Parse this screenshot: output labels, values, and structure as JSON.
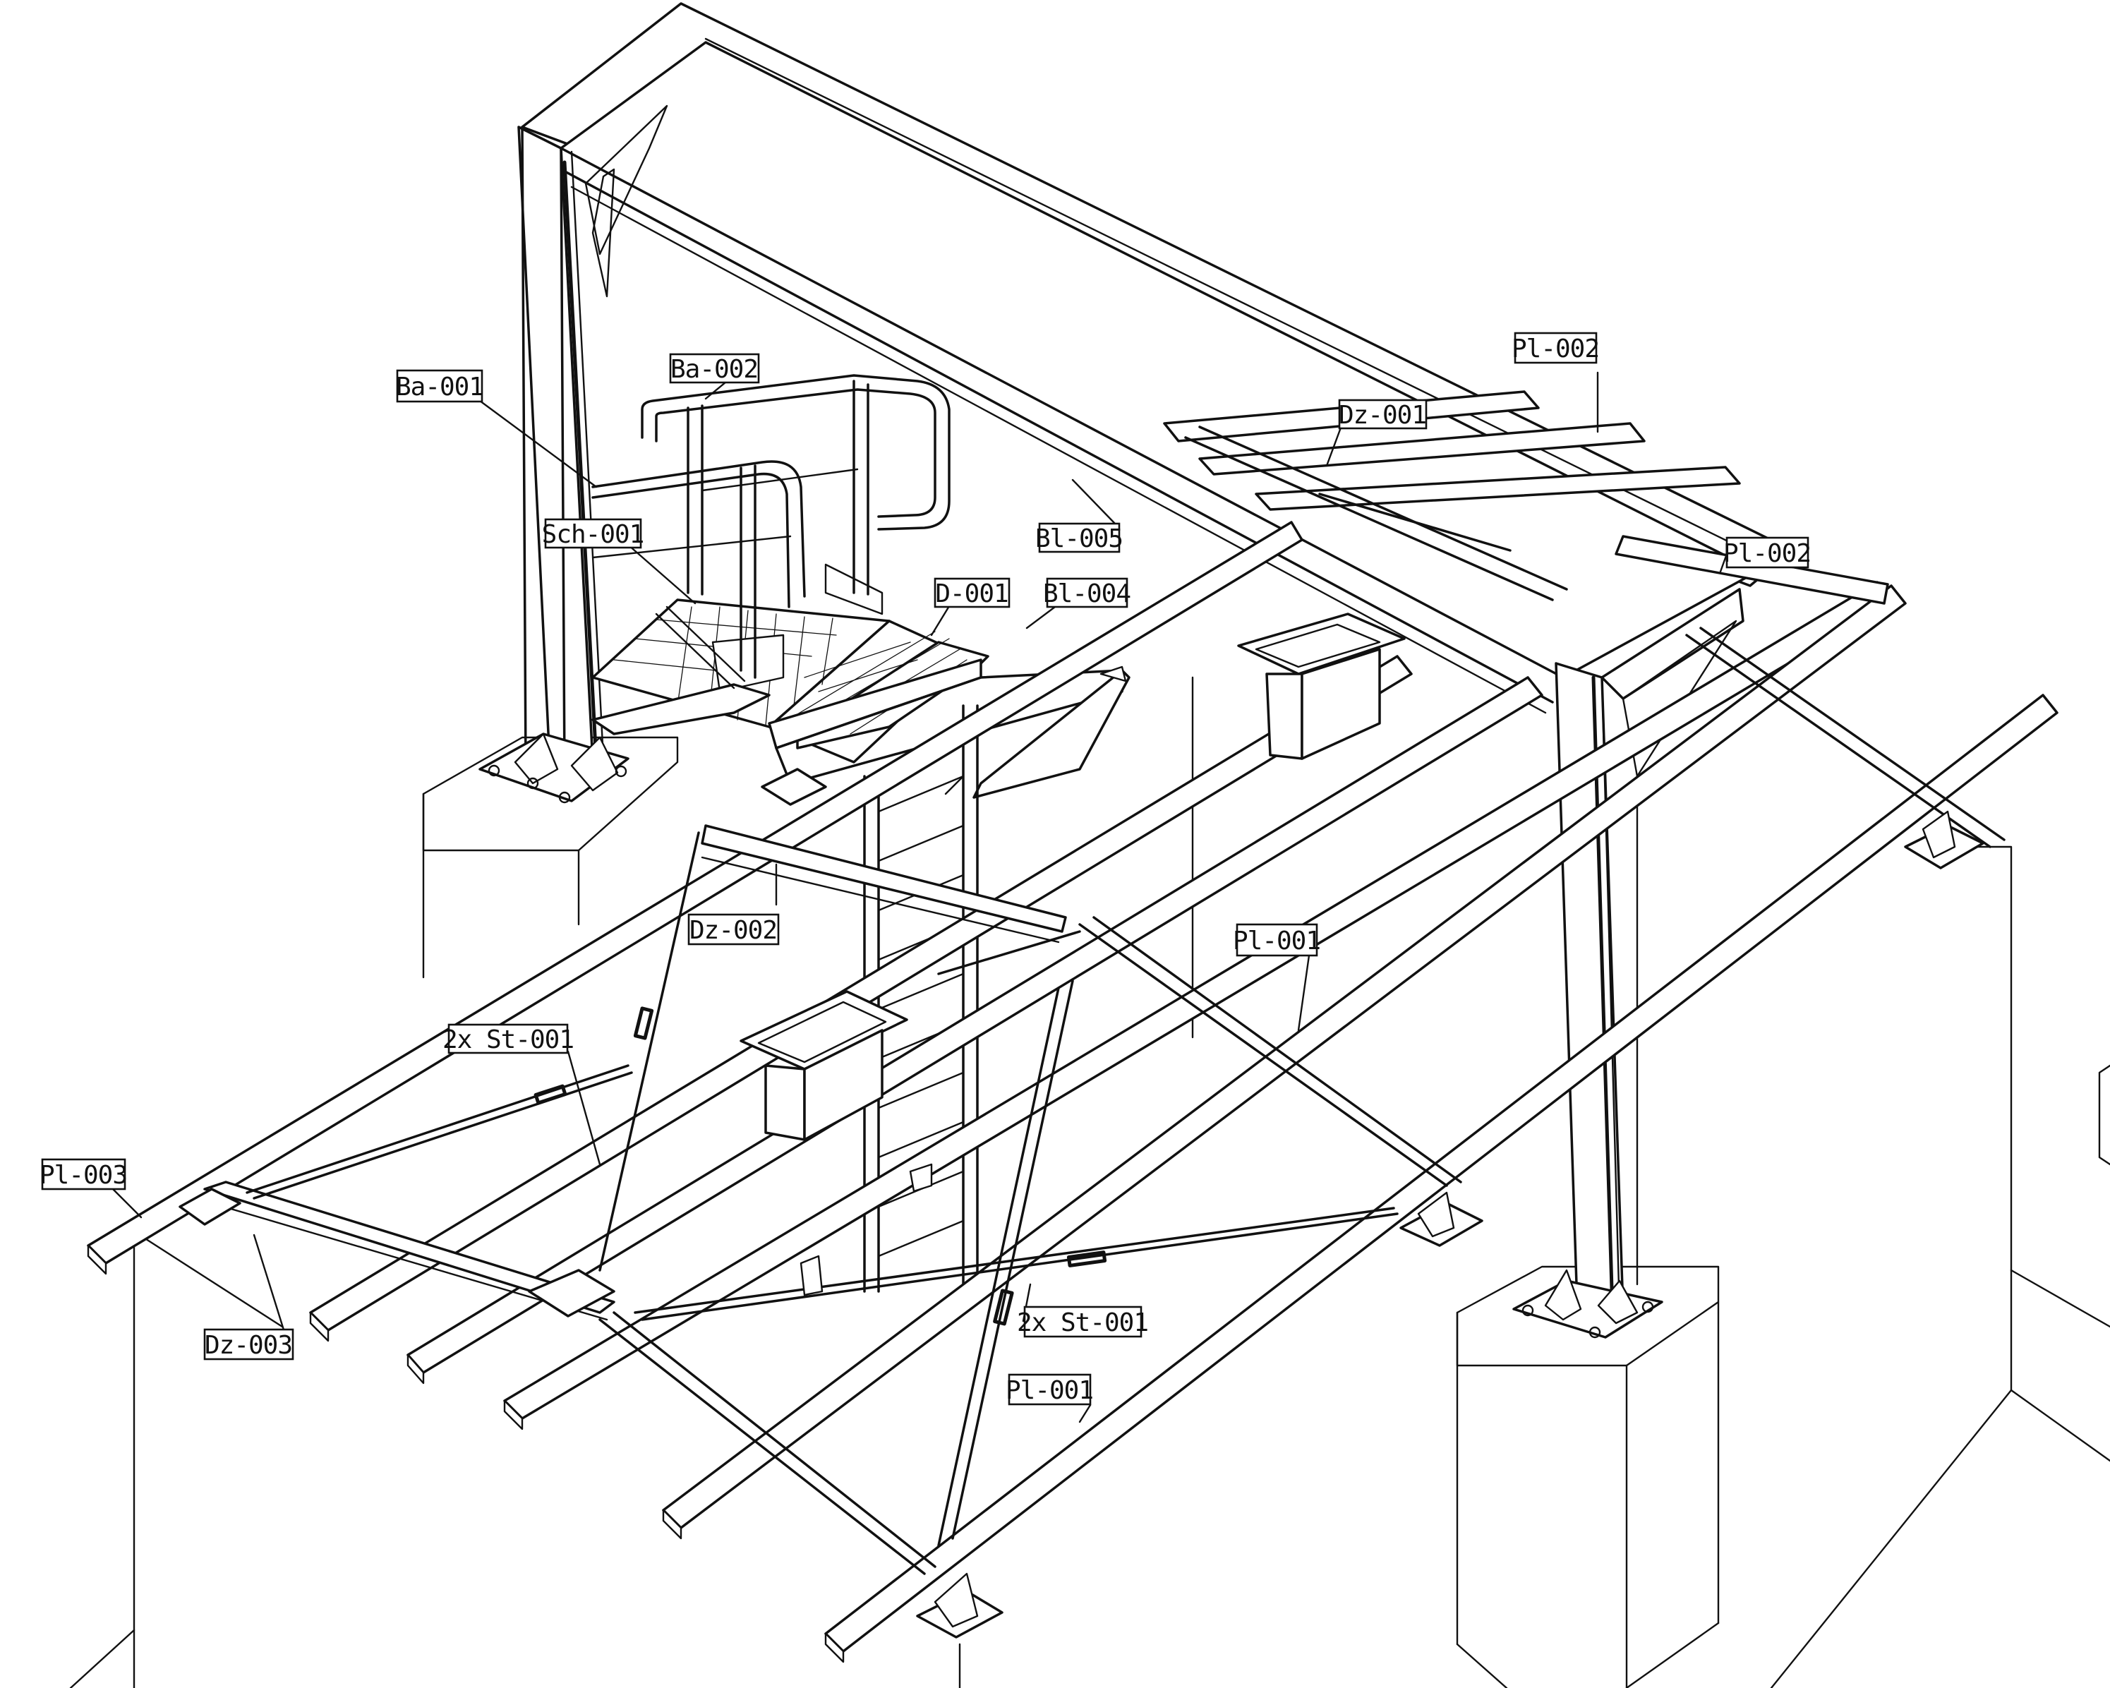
{
  "labels": {
    "ba_001": "Ba-001",
    "ba_002": "Ba-002",
    "sch_001": "Sch-001",
    "d_001": "D-001",
    "bl_004": "Bl-004",
    "bl_005": "Bl-005",
    "dz_001": "Dz-001",
    "dz_002": "Dz-002",
    "dz_003": "Dz-003",
    "pl_002_top": "Pl-002",
    "pl_002_right": "Pl-002",
    "pl_001_mid": "Pl-001",
    "pl_001_low": "Pl-001",
    "pl_003": "Pl-003",
    "st_001_left": "2x St-001",
    "st_001_right": "2x St-001"
  }
}
